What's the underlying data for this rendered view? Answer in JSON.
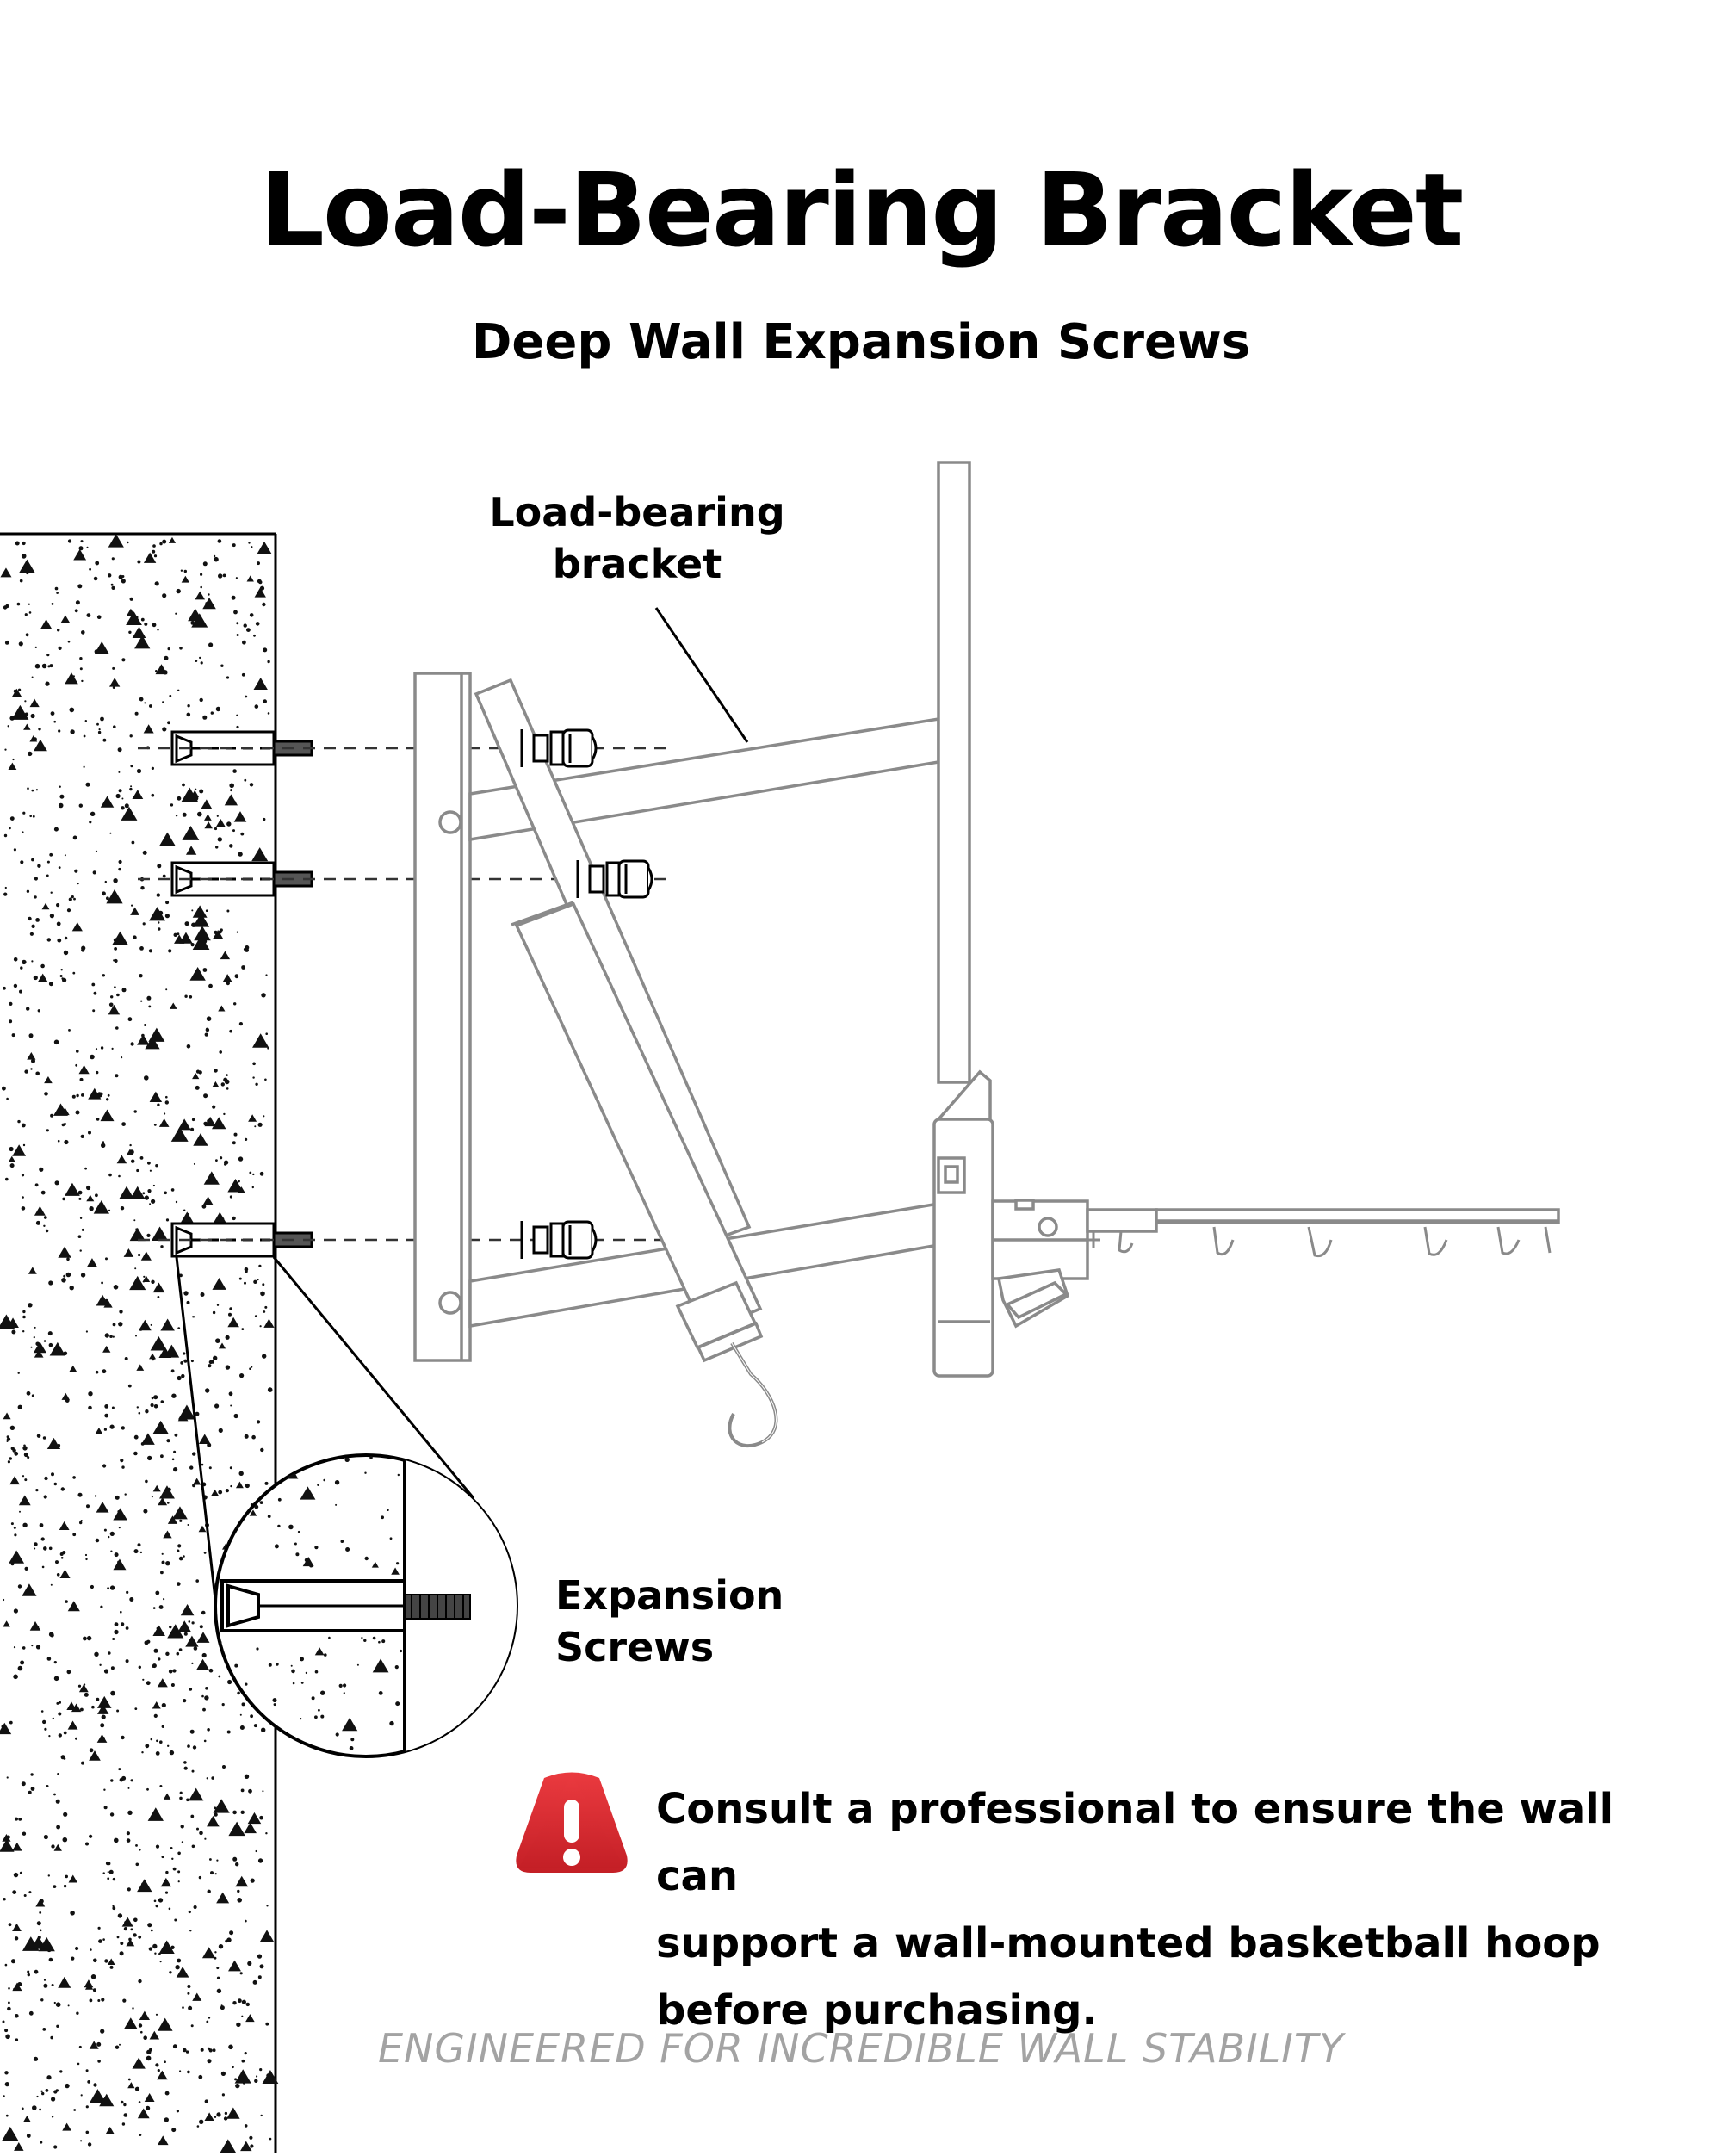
{
  "title": "Load-Bearing Bracket",
  "subtitle": "Deep Wall Expansion Screws",
  "labels": {
    "bracket_line1": "Load-bearing",
    "bracket_line2": "bracket",
    "screws_line1": "Expansion",
    "screws_line2": "Screws"
  },
  "warning": {
    "icon": "warning-triangle-icon",
    "line1": "Consult a professional to ensure the wall can",
    "line2": "support a wall-mounted basketball hoop",
    "line3": "before purchasing."
  },
  "footer": "ENGINEERED FOR INCREDIBLE WALL STABILITY",
  "colors": {
    "warning_red": "#d9272e",
    "frame_gray": "#8a8a8a",
    "footer_gray": "#a3a3a3"
  }
}
